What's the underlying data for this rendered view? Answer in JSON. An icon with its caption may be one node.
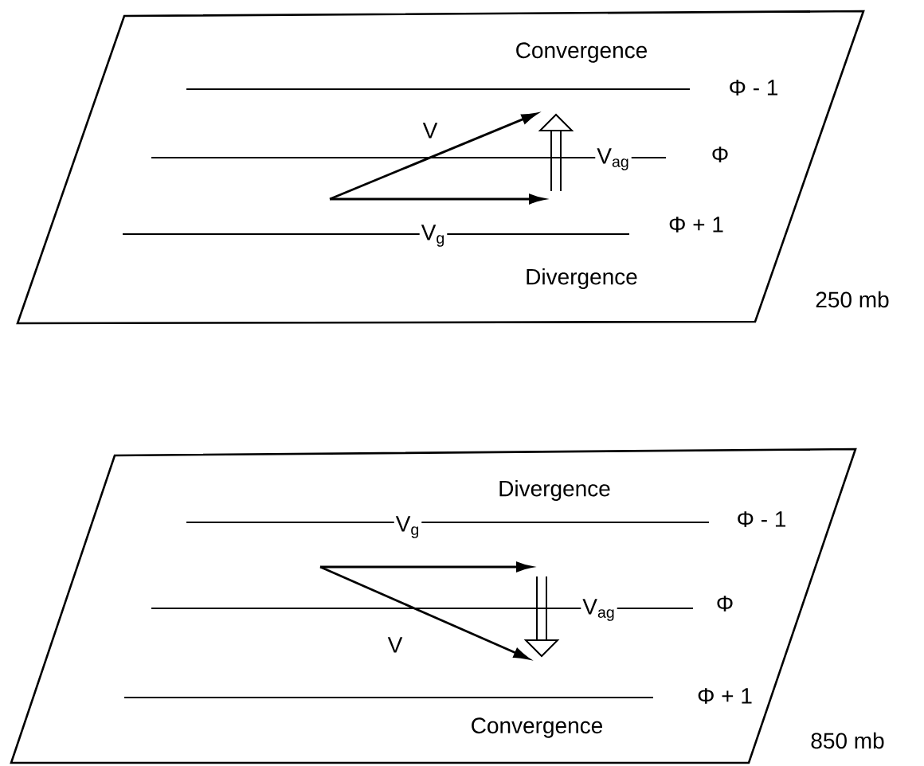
{
  "diagram": {
    "nodes": [
      {
        "text": [
          "Convergence",
          "Φ - 1",
          "V",
          "V$_{ag}$",
          "Φ",
          "Φ + 1",
          "V$_{g}$",
          "Divergence"
        ],
        "beside": [
          "250 mb"
        ]
      },
      {
        "text": [
          "Divergence",
          "Φ - 1",
          "V$_{g}$",
          "V$_{ag}$",
          "Φ",
          "V",
          "Φ + 1",
          "Convergence"
        ],
        "beside": [
          "850 mb"
        ]
      }
    ]
  }
}
